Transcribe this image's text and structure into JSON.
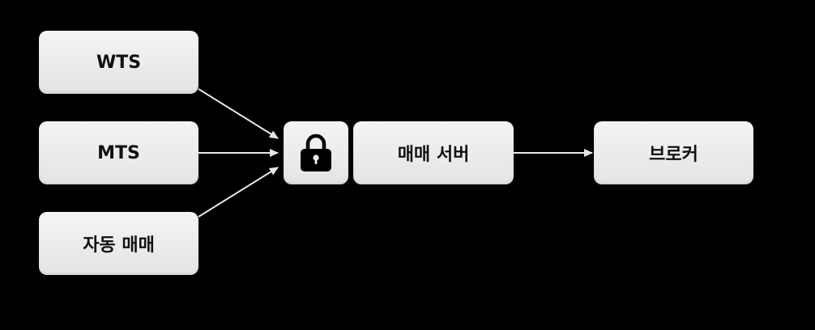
{
  "sources": {
    "wts": "WTS",
    "mts": "MTS",
    "auto": "자동 매매"
  },
  "lock": {
    "icon": "lock-icon"
  },
  "server": {
    "label": "매매 서버"
  },
  "broker": {
    "label": "브로커"
  },
  "colors": {
    "background": "#000000",
    "box": "#eeeeee",
    "text": "#111111",
    "arrow": "#e6e6e6"
  }
}
